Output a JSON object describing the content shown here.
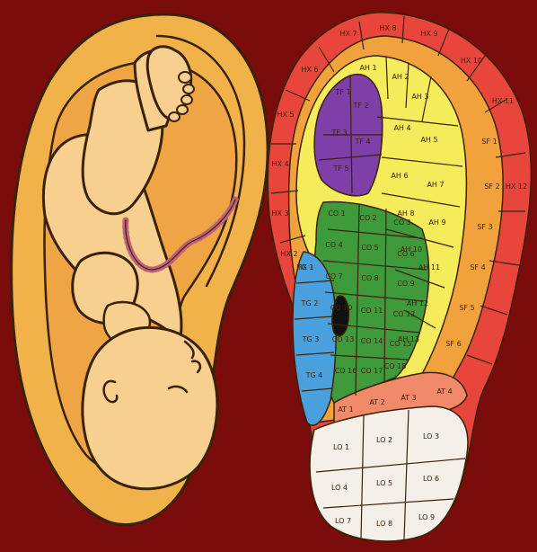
{
  "colors": {
    "background": "#7a0c0c",
    "ear_skin": "#f2b24a",
    "baby_skin": "#f7cf8e",
    "outline": "#3a2208",
    "cord": "#c0607a",
    "zone_red": "#e8453c",
    "zone_orange": "#f2a23c",
    "zone_yellow": "#f4ec5a",
    "zone_purple": "#7e3fa8",
    "zone_green": "#3f9a3c",
    "zone_blue": "#4aa0dc",
    "zone_salmon": "#f08a6a",
    "zone_lobe": "#f4efe8"
  },
  "left_figure": {
    "name": "fetus-in-ear-illustration"
  },
  "right_figure": {
    "name": "auricular-zone-map",
    "labels": {
      "helix": [
        "HX 7",
        "HX 8",
        "HX 9",
        "HX 10",
        "HX 11",
        "HX 12",
        "HX 6",
        "HX 5",
        "HX 4",
        "HX 3",
        "HX 2",
        "HX 1"
      ],
      "scapha": [
        "SF 1",
        "SF 2",
        "SF 3",
        "SF 4",
        "SF 5",
        "SF 6"
      ],
      "triangular": [
        "TF 1",
        "TF 2",
        "TF 3",
        "TF 4",
        "TF 5"
      ],
      "antihelix": [
        "AH 1",
        "AH 2",
        "AH 3",
        "AH 4",
        "AH 5",
        "AH 6",
        "AH 7",
        "AH 8",
        "AH 9",
        "AH 10",
        "AH 11",
        "AH 12",
        "AH 13"
      ],
      "concha": [
        "CO 1",
        "CO 2",
        "CO 3",
        "CO 4",
        "CO 5",
        "CO 6",
        "CO 7",
        "CO 8",
        "CO 9",
        "CO 10",
        "CO 11",
        "CO 12",
        "CO 13",
        "CO 14",
        "CO 15",
        "CO 16",
        "CO 17",
        "CO 18"
      ],
      "tragus": [
        "TG 1",
        "TG 2",
        "TG 3",
        "TG 4"
      ],
      "antitragus": [
        "AT 1",
        "AT 2",
        "AT 3",
        "AT 4"
      ],
      "lobe": [
        "LO 1",
        "LO 2",
        "LO 3",
        "LO 4",
        "LO 5",
        "LO 6",
        "LO 7",
        "LO 8",
        "LO 9"
      ]
    }
  }
}
